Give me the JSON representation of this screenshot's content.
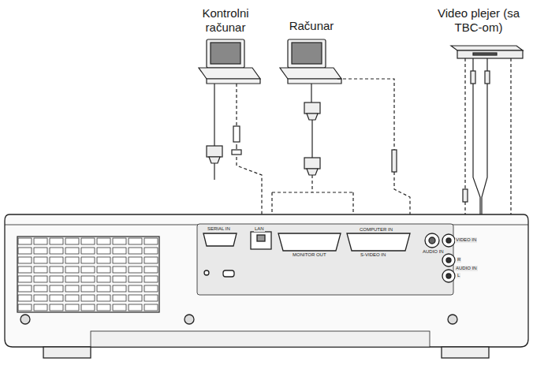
{
  "diagram": {
    "nodes": [
      {
        "text": [
          "Kontrolni računar"
        ]
      },
      {
        "text": [
          "Računar"
        ]
      },
      {
        "text": [
          "Video plejer (sa TBC-om)"
        ]
      }
    ],
    "labels": [
      "SERIAL IN",
      "LAN",
      "MONITOR OUT",
      "COMPUTER IN",
      "S-VIDEO IN",
      "AUDIO IN",
      "VIDEO IN",
      "R",
      "AUDIO IN",
      "L"
    ]
  }
}
